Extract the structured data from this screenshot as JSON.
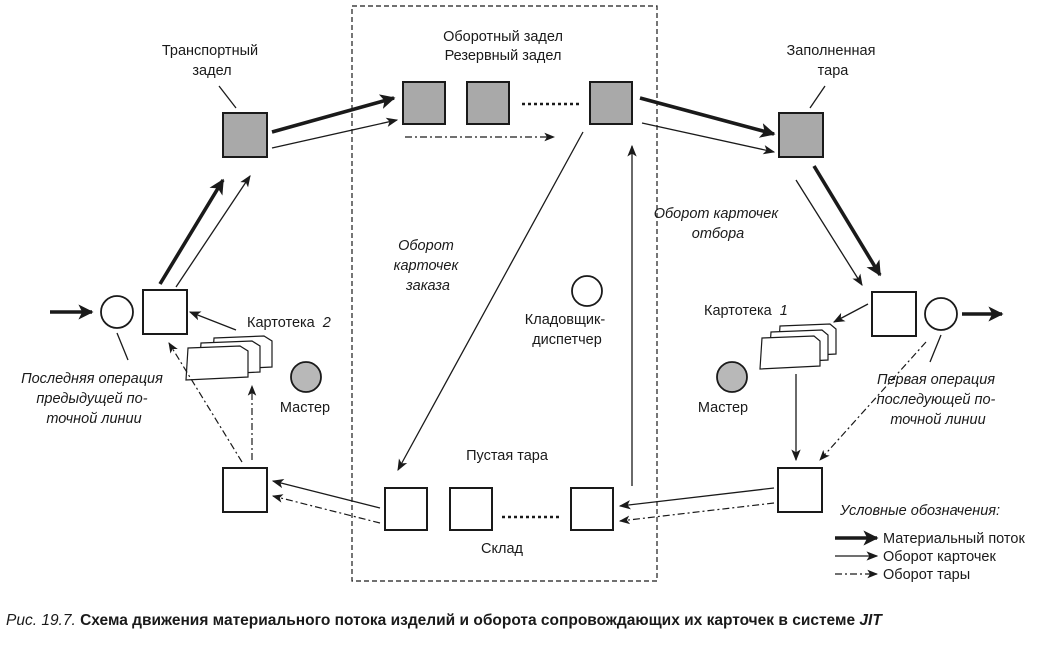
{
  "labels": {
    "transport_reserve": [
      "Транспортный",
      "задел"
    ],
    "circulating_reserve": "Оборотный задел",
    "backup_reserve": "Резервный задел",
    "filled_container": [
      "Заполненная",
      "тара"
    ],
    "order_cards_cycle": [
      "Оборот",
      "карточек",
      "заказа"
    ],
    "pick_cards_cycle": [
      "Оборот карточек",
      "отбора"
    ],
    "storekeeper": [
      "Кладовщик-",
      "диспетчер"
    ],
    "card_index_2": {
      "text": "Картотека",
      "num": "2"
    },
    "card_index_1": {
      "text": "Картотека",
      "num": "1"
    },
    "master_left": "Мастер",
    "master_right": "Мастер",
    "last_operation": [
      "Последняя операция",
      "предыдущей по-",
      "точной линии"
    ],
    "first_operation": [
      "Первая операция",
      "последующей по-",
      "точной линии"
    ],
    "empty_container": "Пустая тара",
    "warehouse": "Склад"
  },
  "legend": {
    "title": "Условные обозначения:",
    "items": [
      {
        "style": "thick",
        "label": "Материальный поток"
      },
      {
        "style": "thin",
        "label": "Оборот карточек"
      },
      {
        "style": "dashdot",
        "label": "Оборот тары"
      }
    ]
  },
  "caption": {
    "prefix": "Рис. 19.7.",
    "body": "Схема движения материального потока изделий и оборота сопровождающих их карточек в системе",
    "suffix": "JIT"
  },
  "colors": {
    "filled_box": "#a9a9a9",
    "master_circle": "#b8b8b8",
    "ink": "#1a1a1a"
  }
}
